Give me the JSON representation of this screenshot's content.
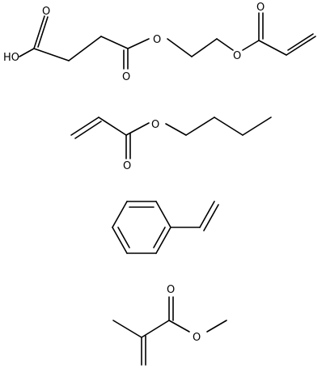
{
  "molecules": [
    {
      "atoms": [
        {
          "text": "HO"
        },
        {
          "text": "O"
        },
        {
          "text": "O"
        },
        {
          "text": "O"
        },
        {
          "text": "O"
        },
        {
          "text": "O"
        }
      ]
    },
    {
      "atoms": [
        {
          "text": "O"
        },
        {
          "text": "O"
        }
      ]
    },
    {
      "atoms": []
    },
    {
      "atoms": [
        {
          "text": "O"
        },
        {
          "text": "O"
        }
      ]
    }
  ]
}
